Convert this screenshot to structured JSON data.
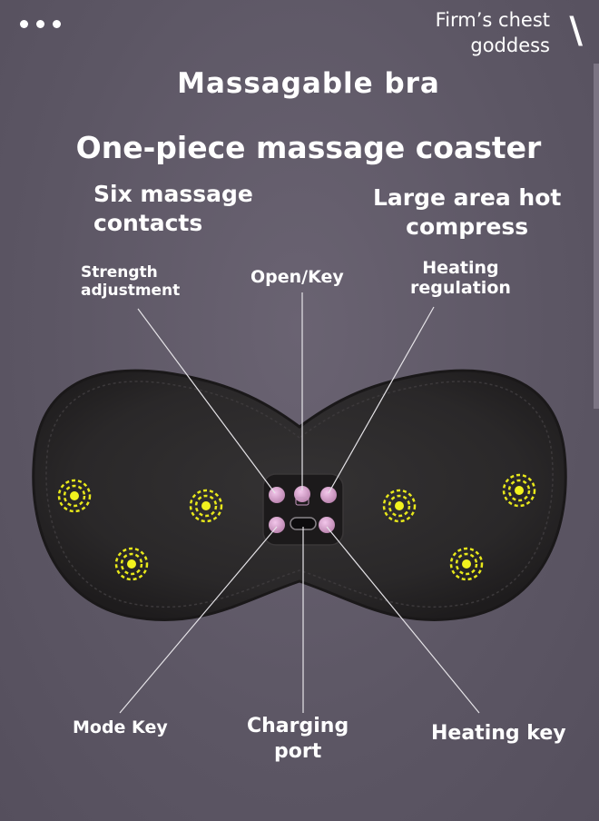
{
  "brand": "Firm’s chest goddess",
  "brand_line1": "Firm’s chest",
  "brand_line2": "goddess",
  "title": "Massagable bra",
  "subtitle": "One-piece massage coaster",
  "features": {
    "left": [
      "Six massage",
      "contacts"
    ],
    "right": [
      "Large area hot",
      "compress"
    ]
  },
  "labels": {
    "strength": [
      "Strength",
      "adjustment"
    ],
    "open_key": "Open/Key",
    "heating_regulation": [
      "Heating",
      "regulation"
    ],
    "mode_key": "Mode Key",
    "charging_port": [
      "Charging",
      "port"
    ],
    "heating_key": "Heating key"
  },
  "colors": {
    "background": "#5e5766",
    "pad": "#2a2829",
    "contact": "#e8e81a",
    "button": "#d9a2cf"
  }
}
